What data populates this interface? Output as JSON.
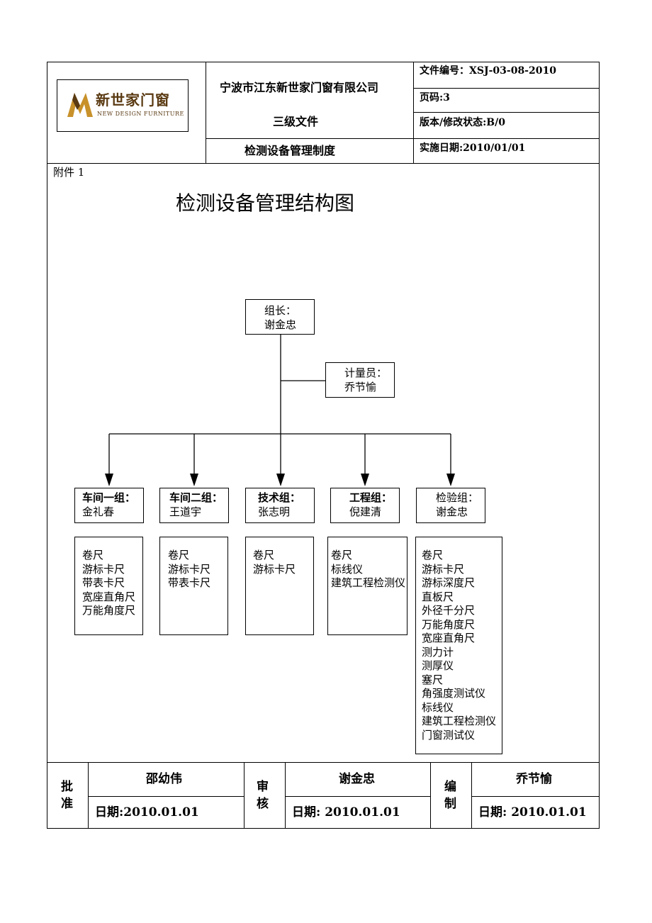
{
  "header": {
    "company": "宁波市江东新世家门窗有限公司",
    "level": "三级文件",
    "doc_title": "检测设备管理制度",
    "file_no": "文件编号：XSJ-03-08-2010",
    "page": "页码:3",
    "version": "版本/修改状态:B/0",
    "date": "实施日期:2010/01/01",
    "logo_cn": "新世家门窗",
    "logo_en": "NEW DESIGN FURNITURE"
  },
  "attachment": "附件 1",
  "chart_title": "检测设备管理结构图",
  "org": {
    "leader": {
      "role": "组长：",
      "name": "谢金忠"
    },
    "metrologist": {
      "role": "计量员：",
      "name": "乔节愉"
    },
    "groups": [
      {
        "role": "车间一组：",
        "name": "金礼春",
        "items": [
          "卷尺",
          "游标卡尺",
          "带表卡尺",
          "宽座直角尺",
          "万能角度尺"
        ]
      },
      {
        "role": "车间二组：",
        "name": "王道宇",
        "items": [
          "卷尺",
          "游标卡尺",
          "带表卡尺"
        ]
      },
      {
        "role": "技术组：",
        "name": "张志明",
        "items": [
          "卷尺",
          "游标卡尺"
        ]
      },
      {
        "role": "工程组：",
        "name": "倪建清",
        "items": [
          "卷尺",
          "标线仪",
          "建筑工程检测仪"
        ]
      },
      {
        "role": "检验组：",
        "name": "谢金忠",
        "items": [
          "卷尺",
          "游标卡尺",
          "游标深度尺",
          "直板尺",
          "外径千分尺",
          "万能角度尺",
          "宽座直角尺",
          "测力计",
          "测厚仪",
          "塞尺",
          "角强度测试仪",
          "标线仪",
          "建筑工程检测仪",
          "门窗测试仪"
        ]
      }
    ]
  },
  "footer": {
    "approve_label_1": "批",
    "approve_label_2": "准",
    "approve_name": "邵幼伟",
    "approve_date": "日期:2010.01.01",
    "review_label_1": "审",
    "review_label_2": "核",
    "review_name": "谢金忠",
    "review_date": "日期: 2010.01.01",
    "edit_label_1": "编",
    "edit_label_2": "制",
    "edit_name": "乔节愉",
    "edit_date": "日期: 2010.01.01"
  },
  "colors": {
    "line": "#000000",
    "logo_gold": "#c8912a",
    "logo_dark": "#5a3a12"
  }
}
